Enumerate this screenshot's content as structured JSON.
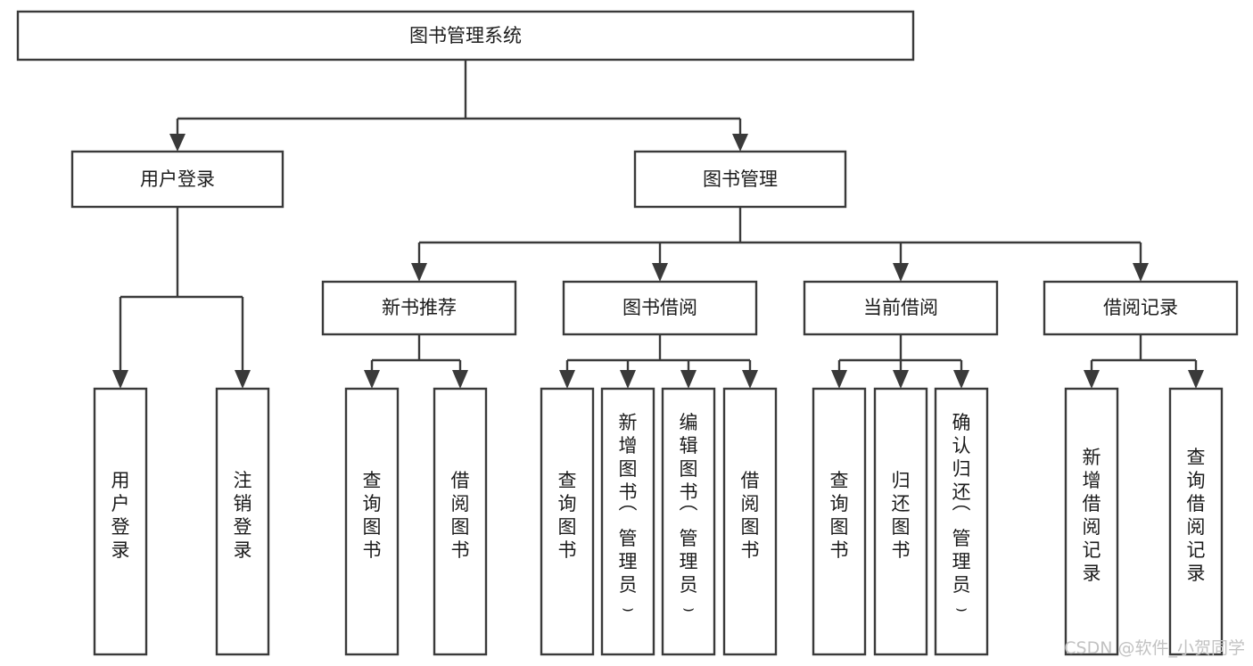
{
  "diagram": {
    "title": "图书管理系统",
    "type": "tree-hierarchy-flowchart",
    "colors": {
      "box_stroke": "#3a3a3a",
      "box_fill": "#ffffff",
      "connector": "#3a3a3a",
      "text": "#1b1b1b",
      "watermark": "#c2c2c2",
      "background": "#ffffff"
    },
    "root": {
      "label": "图书管理系统"
    },
    "level2": [
      {
        "label": "用户登录"
      },
      {
        "label": "图书管理"
      }
    ],
    "level3": [
      {
        "label": "新书推荐"
      },
      {
        "label": "图书借阅"
      },
      {
        "label": "当前借阅"
      },
      {
        "label": "借阅记录"
      }
    ],
    "leaves": {
      "user_login": [
        {
          "label": "用户登录"
        },
        {
          "label": "注销登录"
        }
      ],
      "new_book_recommend": [
        {
          "label": "查询图书"
        },
        {
          "label": "借阅图书"
        }
      ],
      "book_borrow": [
        {
          "label": "查询图书"
        },
        {
          "label": "新增图书（管理员）"
        },
        {
          "label": "编辑图书（管理员）"
        },
        {
          "label": "借阅图书"
        }
      ],
      "current_borrow": [
        {
          "label": "查询图书"
        },
        {
          "label": "归还图书"
        },
        {
          "label": "确认归还（管理员）"
        }
      ],
      "borrow_record": [
        {
          "label": "新增借阅记录"
        },
        {
          "label": "查询借阅记录"
        }
      ]
    }
  },
  "watermark": {
    "text": "CSDN @软件_小贺同学"
  }
}
